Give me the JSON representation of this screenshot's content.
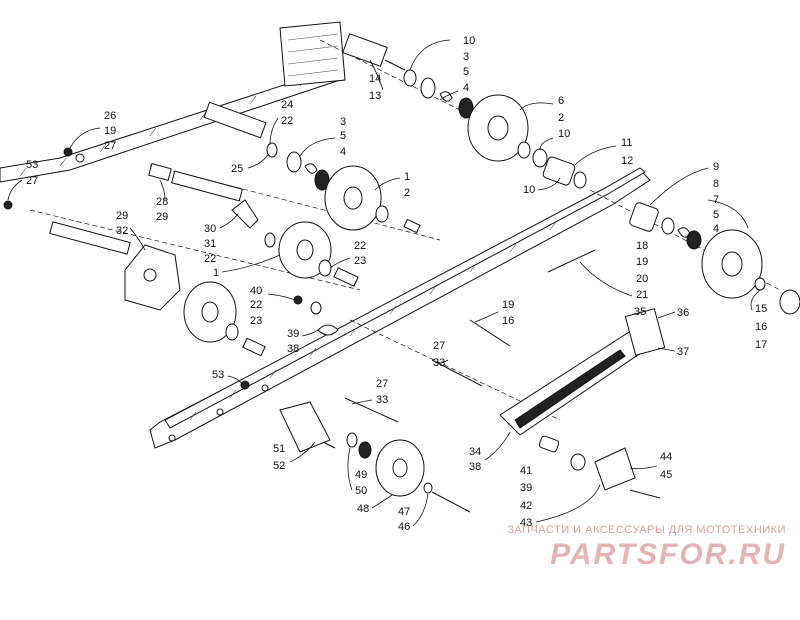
{
  "callouts": [
    {
      "id": "c10a",
      "label": "10"
    },
    {
      "id": "c3a",
      "label": "3"
    },
    {
      "id": "c5a",
      "label": "5"
    },
    {
      "id": "c4a",
      "label": "4"
    },
    {
      "id": "c14",
      "label": "14"
    },
    {
      "id": "c13",
      "label": "13"
    },
    {
      "id": "c6",
      "label": "6"
    },
    {
      "id": "c2a",
      "label": "2"
    },
    {
      "id": "c10b",
      "label": "10"
    },
    {
      "id": "c24",
      "label": "24"
    },
    {
      "id": "c22a",
      "label": "22"
    },
    {
      "id": "c3b",
      "label": "3"
    },
    {
      "id": "c5b",
      "label": "5"
    },
    {
      "id": "c4b",
      "label": "4"
    },
    {
      "id": "c25",
      "label": "25"
    },
    {
      "id": "c11",
      "label": "11"
    },
    {
      "id": "c12",
      "label": "12"
    },
    {
      "id": "c10c",
      "label": "10"
    },
    {
      "id": "c26",
      "label": "26"
    },
    {
      "id": "c19a",
      "label": "19"
    },
    {
      "id": "c27a",
      "label": "27"
    },
    {
      "id": "c53a",
      "label": "53"
    },
    {
      "id": "c27b",
      "label": "27"
    },
    {
      "id": "c1a",
      "label": "1"
    },
    {
      "id": "c2b",
      "label": "2"
    },
    {
      "id": "c9",
      "label": "9"
    },
    {
      "id": "c8",
      "label": "8"
    },
    {
      "id": "c7",
      "label": "7"
    },
    {
      "id": "c5c",
      "label": "5"
    },
    {
      "id": "c4c",
      "label": "4"
    },
    {
      "id": "c28",
      "label": "28"
    },
    {
      "id": "c29a",
      "label": "29"
    },
    {
      "id": "c29b",
      "label": "29"
    },
    {
      "id": "c32",
      "label": "32"
    },
    {
      "id": "c30",
      "label": "30"
    },
    {
      "id": "c31",
      "label": "31"
    },
    {
      "id": "c22b",
      "label": "22"
    },
    {
      "id": "c1b",
      "label": "1"
    },
    {
      "id": "c22c",
      "label": "22"
    },
    {
      "id": "c23a",
      "label": "23"
    },
    {
      "id": "c18",
      "label": "18"
    },
    {
      "id": "c19b",
      "label": "19"
    },
    {
      "id": "c20",
      "label": "20"
    },
    {
      "id": "c21",
      "label": "21"
    },
    {
      "id": "c15",
      "label": "15"
    },
    {
      "id": "c16a",
      "label": "16"
    },
    {
      "id": "c17",
      "label": "17"
    },
    {
      "id": "c40",
      "label": "40"
    },
    {
      "id": "c22d",
      "label": "22"
    },
    {
      "id": "c23b",
      "label": "23"
    },
    {
      "id": "c19c",
      "label": "19"
    },
    {
      "id": "c16b",
      "label": "16"
    },
    {
      "id": "c35",
      "label": "35"
    },
    {
      "id": "c36",
      "label": "36"
    },
    {
      "id": "c37",
      "label": "37"
    },
    {
      "id": "c39a",
      "label": "39"
    },
    {
      "id": "c38a",
      "label": "38"
    },
    {
      "id": "c27c",
      "label": "27"
    },
    {
      "id": "c33a",
      "label": "33"
    },
    {
      "id": "c53b",
      "label": "53"
    },
    {
      "id": "c27d",
      "label": "27"
    },
    {
      "id": "c33b",
      "label": "33"
    },
    {
      "id": "c51",
      "label": "51"
    },
    {
      "id": "c52",
      "label": "52"
    },
    {
      "id": "c49",
      "label": "49"
    },
    {
      "id": "c50",
      "label": "50"
    },
    {
      "id": "c48",
      "label": "48"
    },
    {
      "id": "c47",
      "label": "47"
    },
    {
      "id": "c46",
      "label": "46"
    },
    {
      "id": "c34",
      "label": "34"
    },
    {
      "id": "c38b",
      "label": "38"
    },
    {
      "id": "c41",
      "label": "41"
    },
    {
      "id": "c39b",
      "label": "39"
    },
    {
      "id": "c42",
      "label": "42"
    },
    {
      "id": "c43",
      "label": "43"
    },
    {
      "id": "c44",
      "label": "44"
    },
    {
      "id": "c45",
      "label": "45"
    }
  ],
  "watermark": {
    "tagline": "ЗАПЧАСТИ И АКСЕССУАРЫ ДЛЯ МОТОТЕХНИКИ",
    "logo": "PARTSFOR.RU"
  }
}
